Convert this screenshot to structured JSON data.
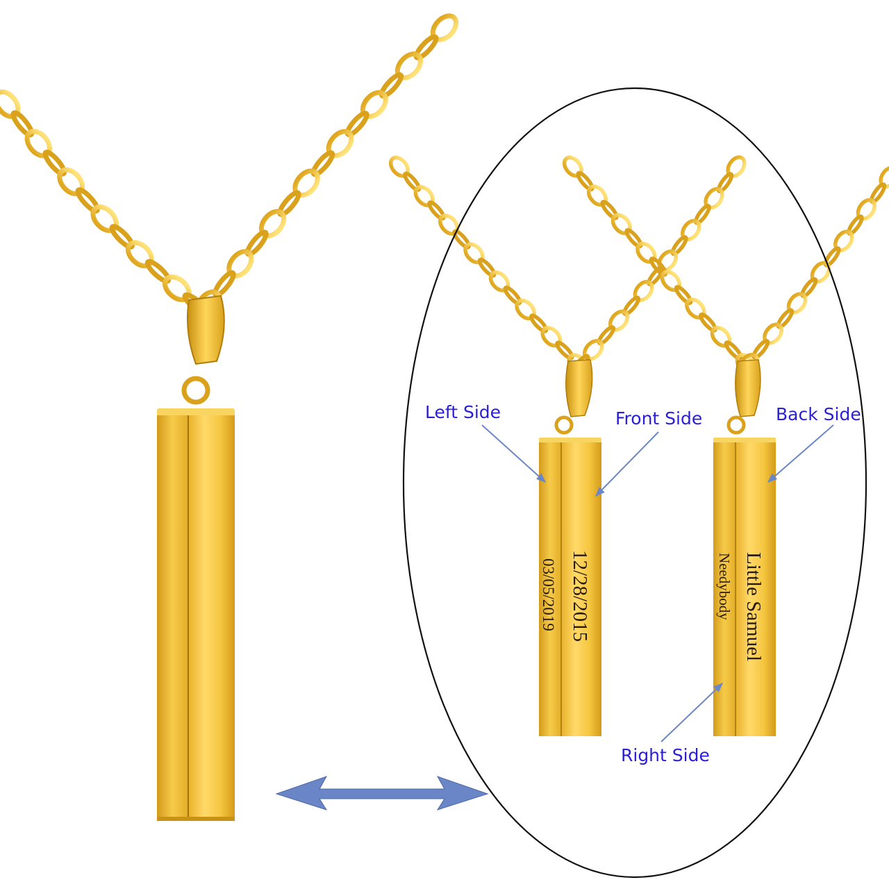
{
  "colors": {
    "background": "#ffffff",
    "gold_light": "#ffe27a",
    "gold_mid": "#f0bc2c",
    "gold_dark": "#b9860e",
    "label_text": "#2a1fd6",
    "pointer_arrow": "#6a86c6",
    "engraving": "#2a1a08",
    "oval_outline": "#111111"
  },
  "labels": {
    "left_side": "Left Side",
    "front_side": "Front Side",
    "back_side": "Back Side",
    "right_side": "Right Side"
  },
  "engravings": {
    "pendant_a_front": "12/28/2015",
    "pendant_a_left": "03/05/2019",
    "pendant_b_back": "Little Samuel",
    "pendant_b_right": "Needybody"
  },
  "icons": {
    "double_arrow": "double-headed-arrow-icon"
  }
}
